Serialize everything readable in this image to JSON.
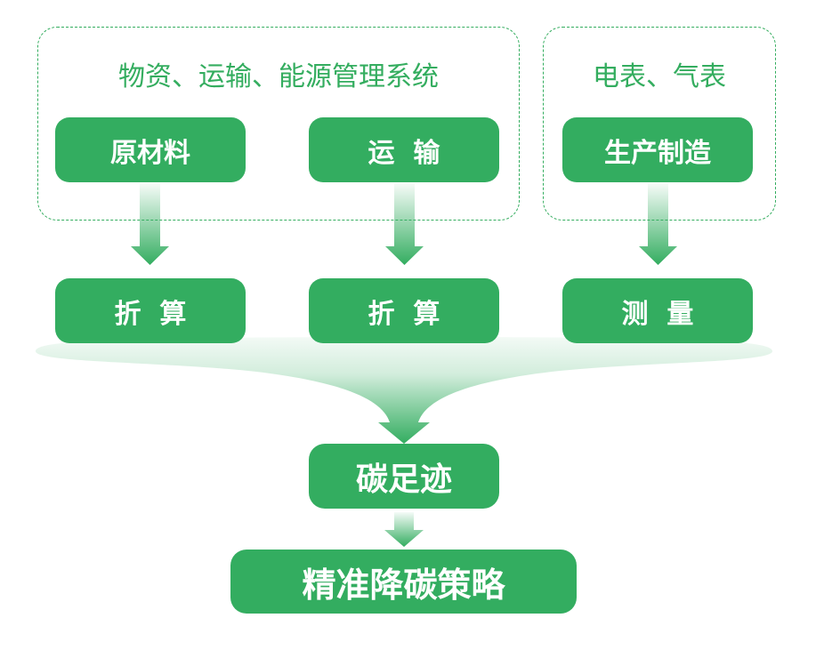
{
  "colors": {
    "primary_green": "#33ad60",
    "dash_green": "#34ad5f",
    "text_white": "#ffffff"
  },
  "groups": [
    {
      "id": "materials-transport-energy",
      "title": "物资、运输、能源管理系统"
    },
    {
      "id": "meters",
      "title": "电表、气表"
    }
  ],
  "sources": [
    {
      "label": "原材料"
    },
    {
      "label": "运  输"
    },
    {
      "label": "生产制造"
    }
  ],
  "methods": [
    {
      "label": "折  算"
    },
    {
      "label": "折  算"
    },
    {
      "label": "测  量"
    }
  ],
  "result": {
    "label": "碳足迹"
  },
  "outcome": {
    "label": "精准降碳策略"
  }
}
